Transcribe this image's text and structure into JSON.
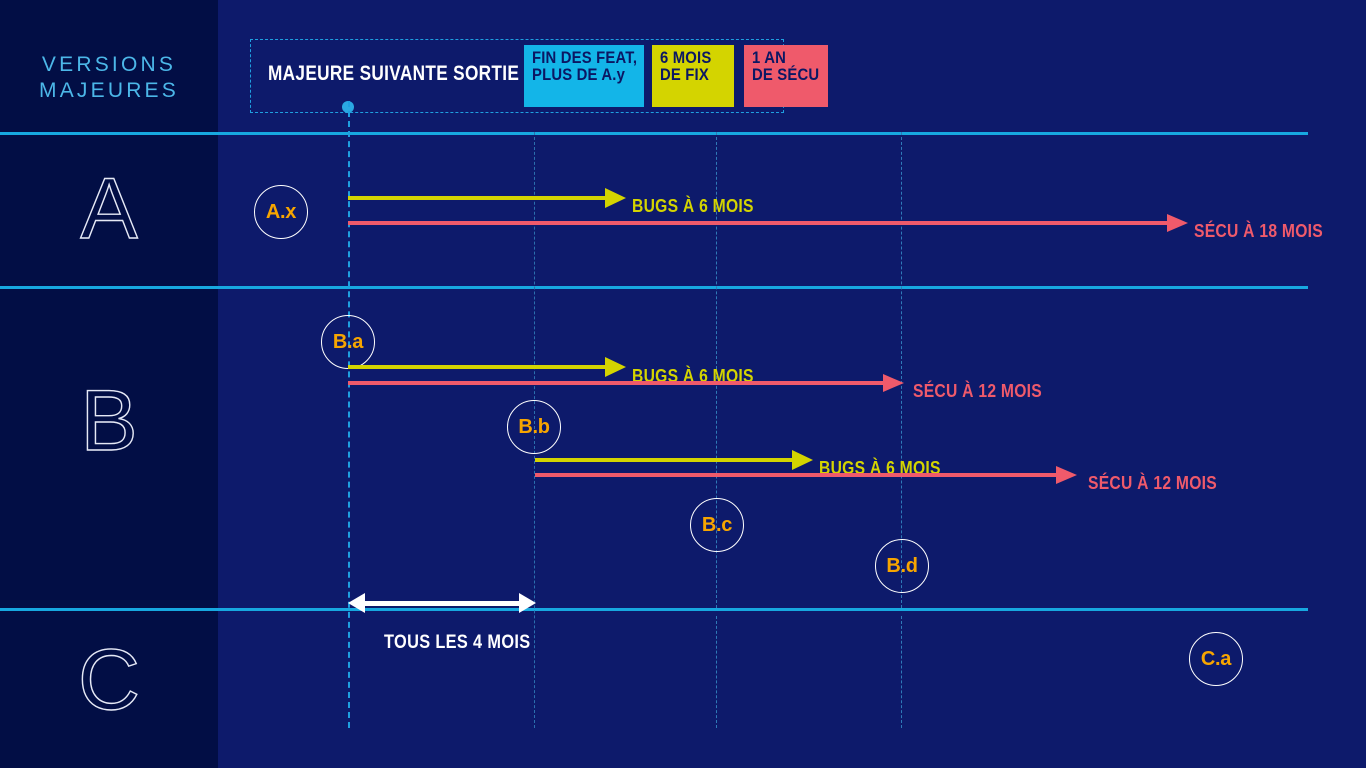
{
  "sidebar": {
    "title_line1": "VERSIONS",
    "title_line2": "MAJEURES",
    "versions": [
      {
        "letter": "A"
      },
      {
        "letter": "B"
      },
      {
        "letter": "C"
      }
    ]
  },
  "legend": {
    "label": "MAJEURE SUIVANTE SORTIE :",
    "badges": [
      {
        "line1": "FIN DES FEAT,",
        "line2": "PLUS DE A.y",
        "color": "#13b5e8"
      },
      {
        "line1": "6 MOIS",
        "line2": "DE FIX",
        "color": "#d4d400"
      },
      {
        "line1": "1 AN",
        "line2": "DE SÉCU",
        "color": "#ef5a6b"
      }
    ]
  },
  "rows": {
    "a": {
      "marker": "A.x",
      "bugs_label": "BUGS À 6 MOIS",
      "secu_label": "SÉCU À 18 MOIS"
    },
    "b1": {
      "marker": "B.a",
      "bugs_label": "BUGS À 6 MOIS",
      "secu_label": "SÉCU À 12 MOIS"
    },
    "b2": {
      "marker": "B.b",
      "bugs_label": "BUGS À 6 MOIS",
      "secu_label": "SÉCU À 12 MOIS"
    },
    "b3": {
      "marker": "B.c"
    },
    "b4": {
      "marker": "B.d"
    },
    "c": {
      "marker": "C.a"
    }
  },
  "measure": {
    "label": "TOUS LES 4 MOIS"
  },
  "colors": {
    "background": "#0d1a6b",
    "sidebar": "#020e45",
    "accent_blue": "#17a8e0",
    "legend_blue": "#4cb7e8",
    "yellow": "#d4d400",
    "red": "#ef5a6b",
    "marker_text": "#f7a500",
    "white": "#ffffff"
  }
}
